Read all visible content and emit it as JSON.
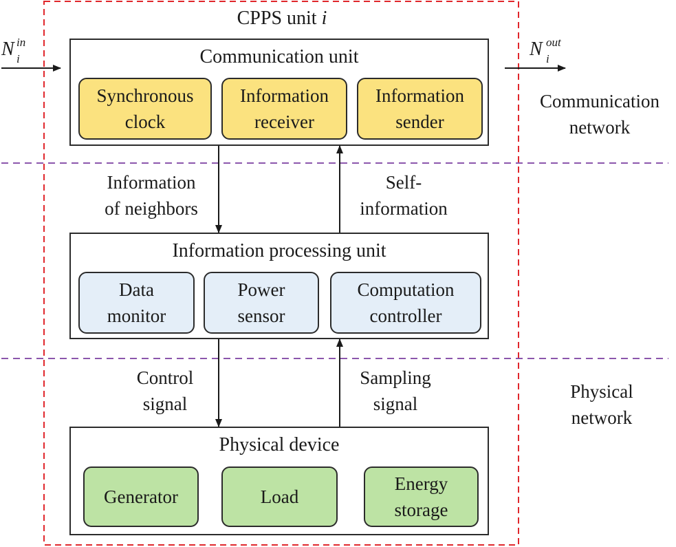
{
  "unit_title": {
    "prefix": "CPPS unit ",
    "var": "i"
  },
  "input_label": {
    "base": "N",
    "sub": "i",
    "sup": "in"
  },
  "output_label": {
    "base": "N",
    "sub": "i",
    "sup": "out"
  },
  "communication_unit": {
    "title": "Communication unit",
    "items": [
      "Synchronous\nclock",
      "Information\nreceiver",
      "Information\nsender"
    ],
    "color": "#fbe27f"
  },
  "processing_unit": {
    "title": "Information processing unit",
    "items": [
      "Data\nmonitor",
      "Power\nsensor",
      "Computation\ncontroller"
    ],
    "color": "#e4eef8"
  },
  "physical_unit": {
    "title": "Physical device",
    "items": [
      "Generator",
      "Load",
      "Energy\nstorage"
    ],
    "color": "#bde3a4"
  },
  "flows": {
    "down_upper": "Information\nof neighbors",
    "up_upper": "Self-\ninformation",
    "down_lower": "Control\nsignal",
    "up_lower": "Sampling\nsignal"
  },
  "layers": {
    "communication": "Communication\nnetwork",
    "physical": "Physical\nnetwork"
  },
  "colors": {
    "unit_border": "#e0262b",
    "layer_line": "#7b3fa0"
  }
}
